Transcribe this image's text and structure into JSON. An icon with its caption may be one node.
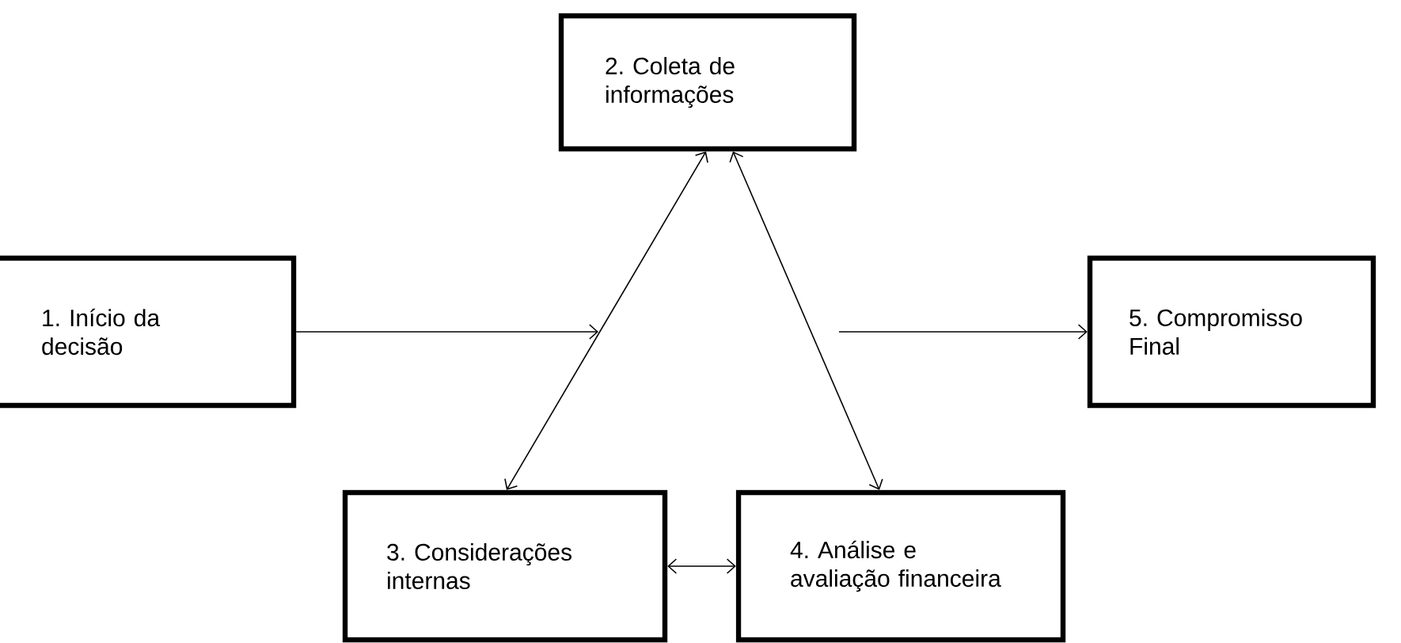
{
  "diagram": {
    "nodes": [
      {
        "text": [
          "1. Início da decisão"
        ]
      },
      {
        "text": [
          "2. Coleta de informações"
        ]
      },
      {
        "text": [
          "3. Considerações internas"
        ]
      },
      {
        "text": [
          "4. Análise e avaliação financeira"
        ]
      },
      {
        "text": [
          "5. Compromisso Final"
        ]
      }
    ],
    "edges": [
      {
        "from": 0,
        "to": null,
        "arrow": "to"
      },
      {
        "from": 1,
        "to": 2,
        "arrow": "both"
      },
      {
        "from": 1,
        "to": 3,
        "arrow": "both"
      },
      {
        "from": 2,
        "to": 3,
        "arrow": "both"
      },
      {
        "from": null,
        "to": 4,
        "arrow": "to"
      }
    ]
  }
}
